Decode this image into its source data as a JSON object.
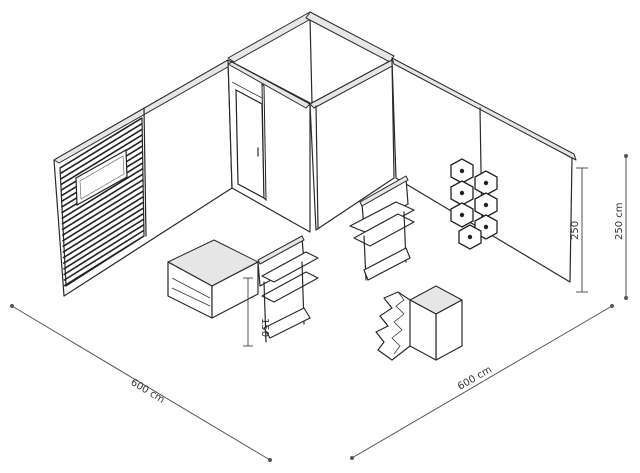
{
  "labels": {
    "width_left": "600 cm",
    "width_right": "600 cm",
    "height_total": "250 cm",
    "height_wall": "250",
    "height_shelf": "150"
  },
  "colors": {
    "line": "#2a2a2a",
    "dimension": "#555555",
    "wall_top": "#e6e6e6"
  }
}
